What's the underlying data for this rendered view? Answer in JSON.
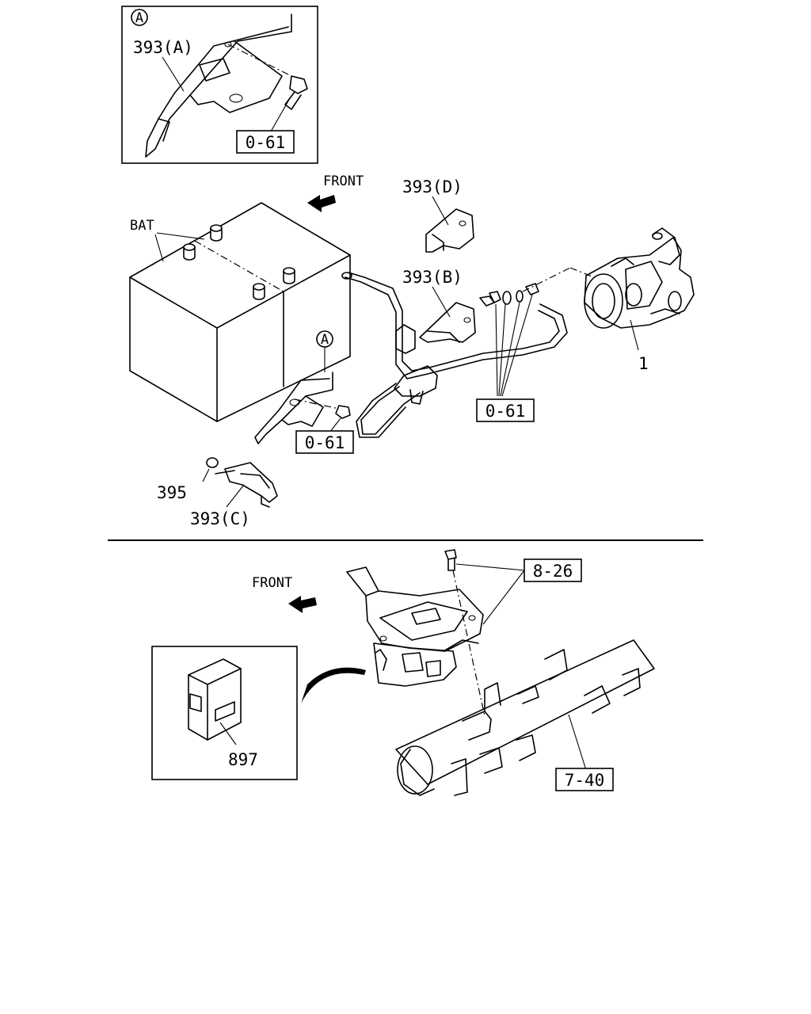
{
  "detail_a": {
    "marker": "A",
    "part_label": "393(A)",
    "ref_box": "0-61"
  },
  "main": {
    "front_label": "FRONT",
    "battery_label": "BAT",
    "detail_marker": "A",
    "labels": {
      "bracket_d": "393(D)",
      "bracket_b": "393(B)",
      "starter": "1",
      "nut": "395",
      "bracket_c": "393(C)"
    },
    "ref_boxes": {
      "bolt_left": "0-61",
      "bolt_right": "0-61"
    }
  },
  "lower": {
    "front_label": "FRONT",
    "ref_boxes": {
      "bolt": "8-26",
      "frame": "7-40"
    },
    "module_label": "897"
  }
}
